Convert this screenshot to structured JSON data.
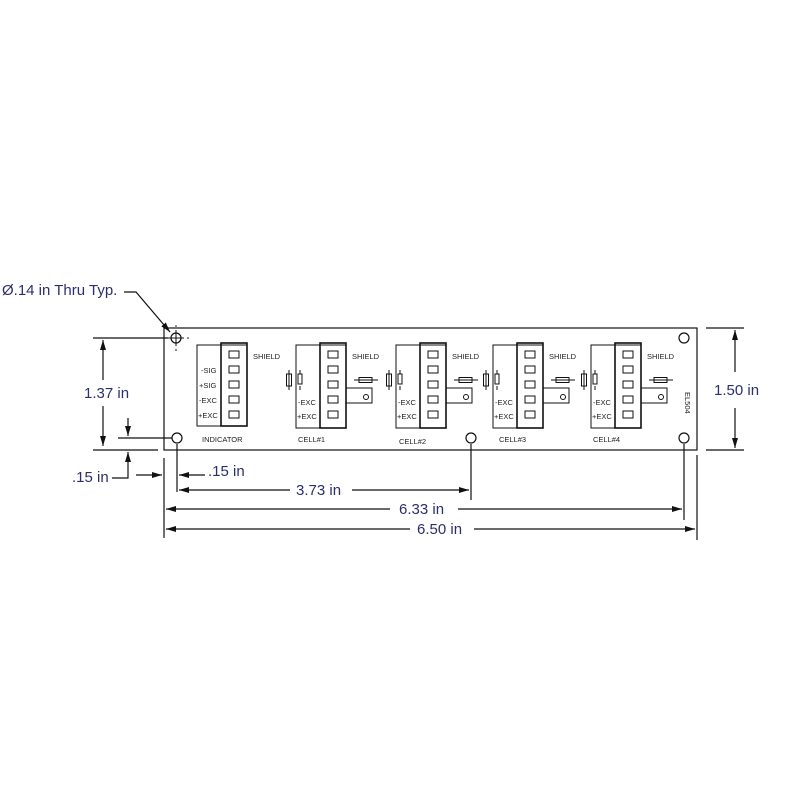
{
  "drawing": {
    "part_label": "EL504",
    "hole_note": "Ø.14 in Thru Typ.",
    "colors": {
      "dimension_text": "#2a2f6b",
      "lines": "#111111",
      "background": "#ffffff"
    }
  },
  "dimensions": {
    "height_overall": "1.50 in",
    "hole_vertical_spacing": "1.37 in",
    "hole_offset_vertical": ".15 in",
    "hole_offset_horizontal": ".15 in",
    "middle_hole": "3.73 in",
    "right_hole": "6.33 in",
    "width_overall": "6.50 in"
  },
  "indicator": {
    "label": "INDICATOR",
    "shield_label": "SHIELD",
    "pins": [
      "-SIG",
      "+SIG",
      "-EXC",
      "+EXC"
    ]
  },
  "cells": [
    {
      "label": "CELL#1",
      "shield_label": "SHIELD",
      "pins": [
        "-EXC",
        "+EXC"
      ]
    },
    {
      "label": "CELL#2",
      "shield_label": "SHIELD",
      "pins": [
        "-EXC",
        "+EXC"
      ]
    },
    {
      "label": "CELL#3",
      "shield_label": "SHIELD",
      "pins": [
        "-EXC",
        "+EXC"
      ]
    },
    {
      "label": "CELL#4",
      "shield_label": "SHIELD",
      "pins": [
        "-EXC",
        "+EXC"
      ]
    }
  ]
}
